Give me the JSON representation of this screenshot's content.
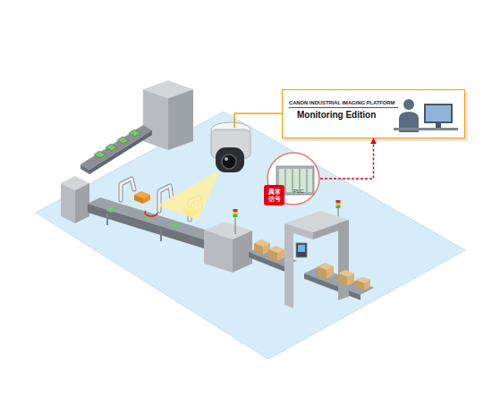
{
  "diagram": {
    "nodes": [
      {
        "text": [
          "CANON INDUSTRIAL IMAGING PLATFORM",
          "Monitoring Edition"
        ]
      },
      {
        "text": [
          "PLC"
        ]
      },
      {
        "text": [
          "異常 信号"
        ],
        "in": 1
      }
    ],
    "edges": [
      {
        "from": 1,
        "to": 0,
        "arrow": "to"
      }
    ]
  }
}
